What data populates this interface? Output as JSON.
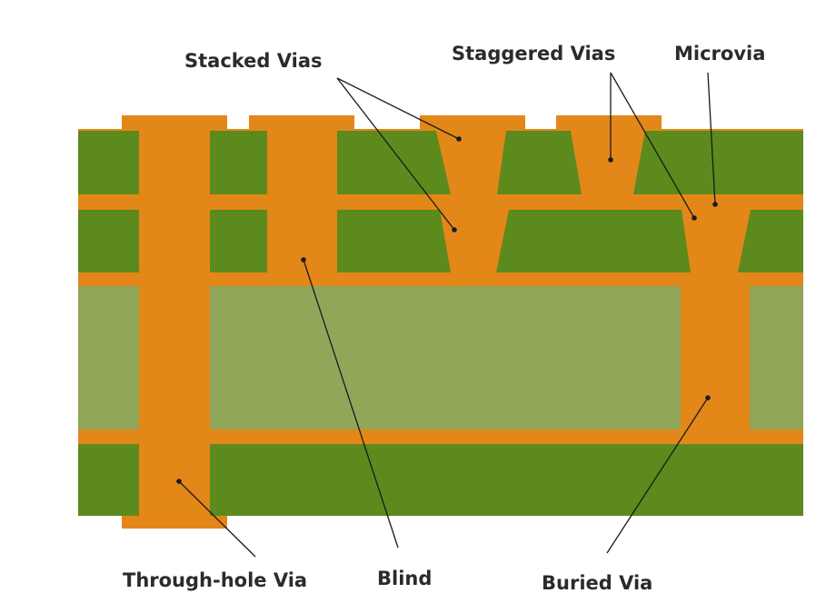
{
  "labels": {
    "stacked_vias": "Stacked Vias",
    "staggered_vias": "Staggered Vias",
    "microvia": "Microvia",
    "through_hole_via": "Through-hole Via",
    "blind": "Blind",
    "buried_via": "Buried Via"
  },
  "colors": {
    "copper": "#e38719",
    "outer_layer": "#5d8a1c",
    "core_layer": "#92a65a",
    "leader": "#1a1a1a"
  }
}
